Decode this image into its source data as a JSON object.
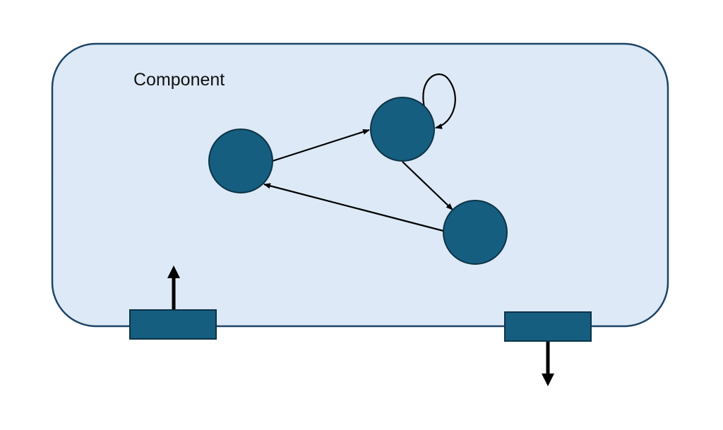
{
  "diagram": {
    "type": "component-state-diagram",
    "component": {
      "label": "Component",
      "fill": "#dde9f6",
      "stroke": "#1d4468"
    },
    "node_style": {
      "fill": "#155e80",
      "stroke": "#0d3347"
    },
    "nodes": [
      {
        "id": "state-1"
      },
      {
        "id": "state-2"
      },
      {
        "id": "state-3"
      }
    ],
    "edges": [
      {
        "from": "state-1",
        "to": "state-2"
      },
      {
        "from": "state-2",
        "to": "state-2",
        "kind": "self-loop"
      },
      {
        "from": "state-2",
        "to": "state-3"
      },
      {
        "from": "state-3",
        "to": "state-1"
      }
    ],
    "ports": [
      {
        "id": "input-port",
        "direction": "in",
        "arrow": "up",
        "position": "bottom-left"
      },
      {
        "id": "output-port",
        "direction": "out",
        "arrow": "down",
        "position": "bottom-right"
      }
    ],
    "edge_color": "#000000"
  }
}
